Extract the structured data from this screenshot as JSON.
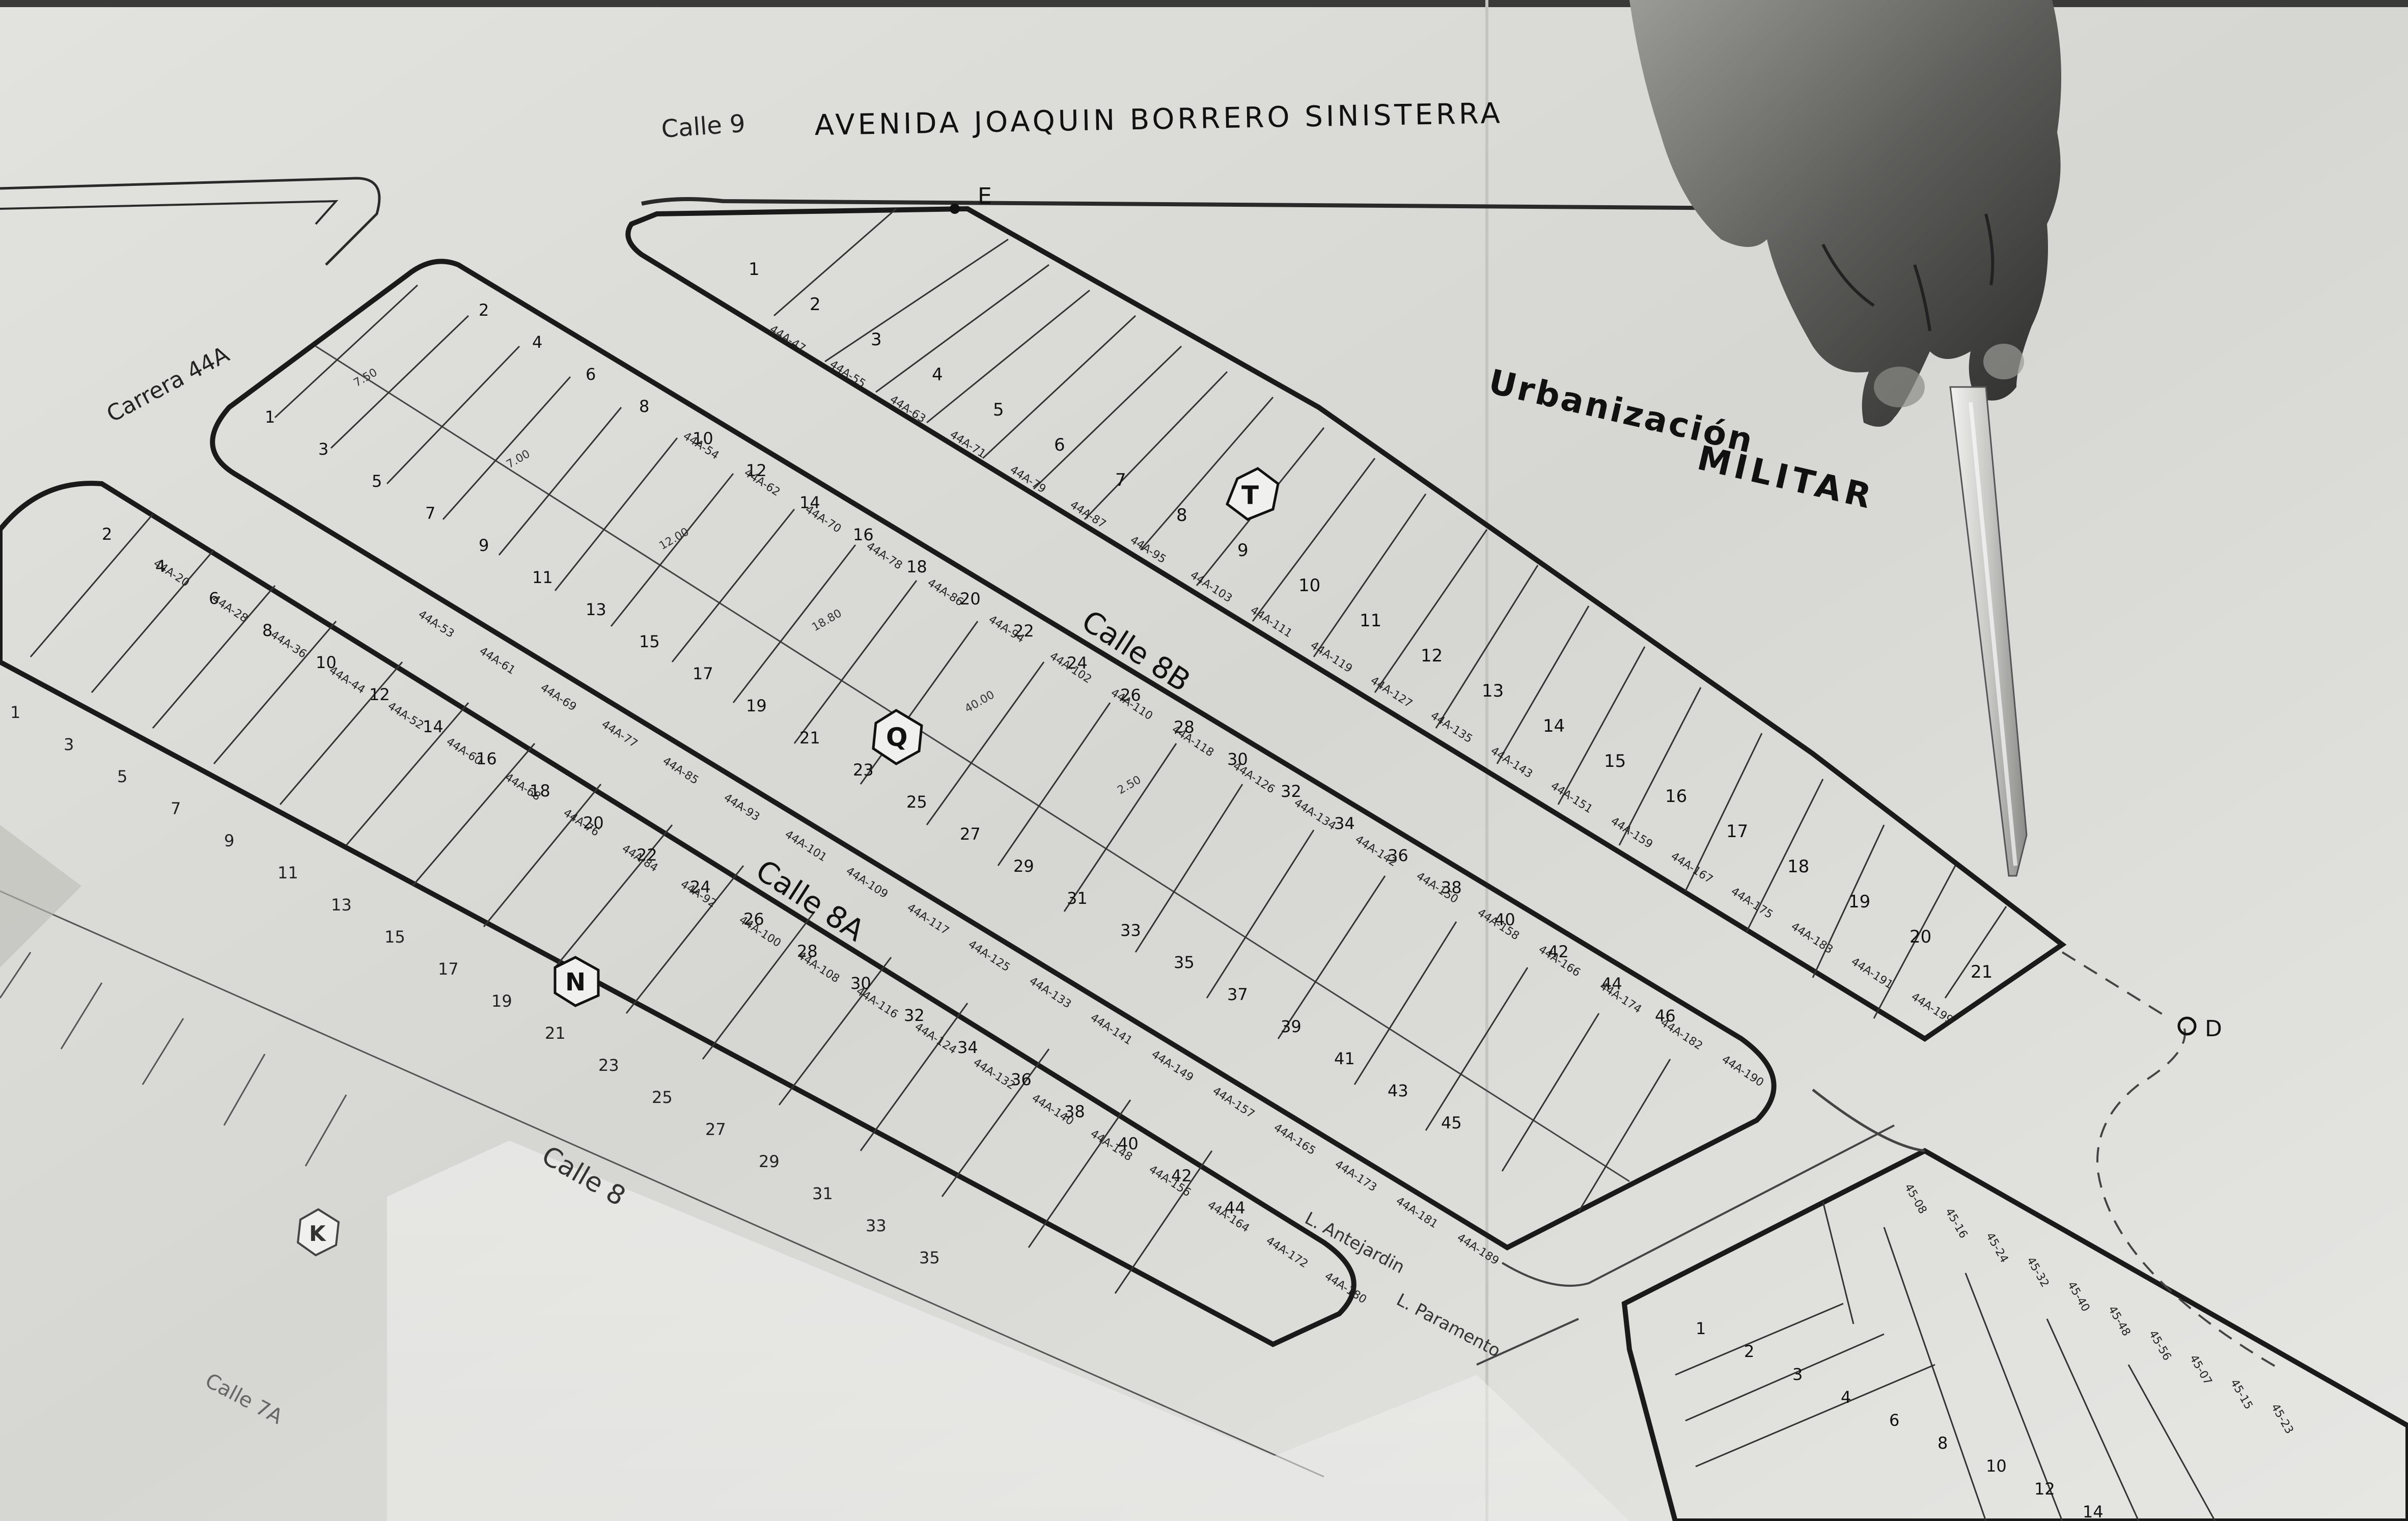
{
  "map": {
    "title_prefix": "Calle 9",
    "title": "AVENIDA JOAQUIN BORRERO SINISTERRA",
    "region_label_1": "Urbanización",
    "region_label_2": "MILITAR",
    "point_e": "E",
    "point_d": "D",
    "carrera": "Carrera 44A",
    "streets": {
      "calle_8b": "Calle 8B",
      "calle_8a": "Calle 8A",
      "calle_8": "Calle 8",
      "calle_7a": "Calle 7A",
      "antejardin": "L. Antejardin",
      "paramento": "L. Paramento"
    },
    "blocks": {
      "t": "T",
      "q": "Q",
      "n": "N",
      "k": "K"
    },
    "block_t": {
      "lots": [
        "1",
        "2",
        "3",
        "4",
        "5",
        "6",
        "7",
        "8",
        "9",
        "10",
        "11",
        "12",
        "13",
        "14",
        "15",
        "16",
        "17",
        "18",
        "19",
        "20",
        "21"
      ],
      "codes": [
        "44A-47",
        "44A-55",
        "44A-63",
        "44A-71",
        "44A-79",
        "44A-87",
        "44A-95",
        "44A-103",
        "44A-111",
        "44A-119",
        "44A-127",
        "44A-135",
        "44A-143",
        "44A-151",
        "44A-159",
        "44A-167",
        "44A-175",
        "44A-183",
        "44A-191",
        "44A-199"
      ]
    },
    "block_q": {
      "lots_row1": [
        "1",
        "3",
        "5",
        "7",
        "9",
        "11",
        "13",
        "15",
        "17",
        "19",
        "21",
        "23",
        "25",
        "27",
        "29",
        "31",
        "33",
        "35",
        "37",
        "39",
        "41",
        "43",
        "45"
      ],
      "lots_row2": [
        "2",
        "4",
        "6",
        "8",
        "10",
        "12",
        "14",
        "16",
        "18",
        "20",
        "22",
        "24",
        "26",
        "28",
        "30",
        "32",
        "34",
        "36",
        "38",
        "40",
        "42",
        "44",
        "46"
      ],
      "codes_top": [
        "44A-54",
        "44A-62",
        "44A-70",
        "44A-78",
        "44A-86",
        "44A-94",
        "44A-102",
        "44A-110",
        "44A-118",
        "44A-126",
        "44A-134",
        "44A-142",
        "44A-150",
        "44A-158",
        "44A-166",
        "44A-174",
        "44A-182",
        "44A-190"
      ],
      "codes_bottom": [
        "44A-53",
        "44A-61",
        "44A-69",
        "44A-77",
        "44A-85",
        "44A-93",
        "44A-101",
        "44A-109",
        "44A-117",
        "44A-125",
        "44A-133",
        "44A-141",
        "44A-149",
        "44A-157",
        "44A-165",
        "44A-173",
        "44A-181",
        "44A-189"
      ]
    },
    "block_n": {
      "lots_row1": [
        "1",
        "3",
        "5",
        "7",
        "9",
        "11",
        "13",
        "15",
        "17",
        "19",
        "21",
        "23",
        "25",
        "27",
        "29",
        "31",
        "33",
        "35"
      ],
      "lots_row2": [
        "2",
        "4",
        "6",
        "8",
        "10",
        "12",
        "14",
        "16",
        "18",
        "20",
        "22",
        "24",
        "26",
        "28",
        "30",
        "32",
        "34",
        "36",
        "38",
        "40",
        "42",
        "44"
      ],
      "codes_top": [
        "44A-20",
        "44A-28",
        "44A-36",
        "44A-44",
        "44A-52",
        "44A-60",
        "44A-68",
        "44A-76",
        "44A-84",
        "44A-92",
        "44A-100",
        "44A-108",
        "44A-116",
        "44A-124",
        "44A-132",
        "44A-140",
        "44A-148",
        "44A-156",
        "44A-164",
        "44A-172",
        "44A-180"
      ]
    },
    "block_45": {
      "lots": [
        "1",
        "2",
        "3",
        "4",
        "6",
        "8",
        "10",
        "12",
        "14"
      ],
      "codes": [
        "45-08",
        "45-16",
        "45-24",
        "45-32",
        "45-40",
        "45-48",
        "45-56",
        "45-07",
        "45-15",
        "45-23"
      ]
    },
    "measures": [
      "7.50",
      "7.00",
      "12.00",
      "18.80",
      "40.00",
      "2.50"
    ]
  }
}
